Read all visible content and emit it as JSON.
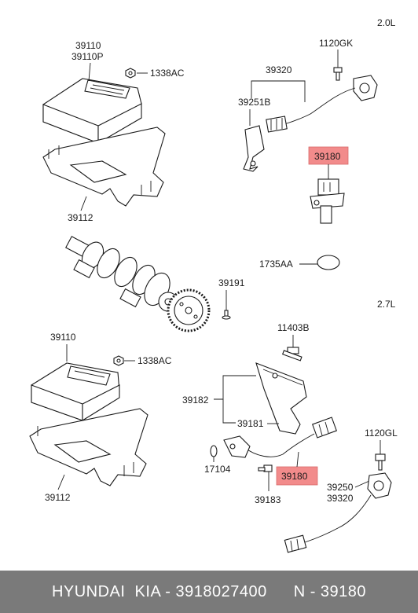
{
  "variants": {
    "upper": "2.0L",
    "lower": "2.7L"
  },
  "labels": {
    "ecu_upper": "39110",
    "ecu_upper_alt": "39110P",
    "nut_upper": "1338AC",
    "bracket_upper": "39112",
    "harness_upper": "39320",
    "bolt_upper": "1120GK",
    "clip_upper": "39251B",
    "sensor_upper": "39180",
    "plug": "1735AA",
    "screw": "39191",
    "ecu_lower": "39110",
    "nut_lower": "1338AC",
    "bracket_lower": "39112",
    "bolt_lower": "11403B",
    "sensor_bracket": "39182",
    "sensor_bracket_sub": "39181",
    "oring": "17104",
    "sensor_lower": "39180",
    "sensor_bolt": "39183",
    "bolt_knock": "1120GL",
    "knock_sensor": "39250",
    "harness_lower": "39320"
  },
  "highlight_color": "#f28b8b",
  "footer": {
    "brand": "HYUNDAI  KIA - 3918027400",
    "code": "N - 39180"
  }
}
